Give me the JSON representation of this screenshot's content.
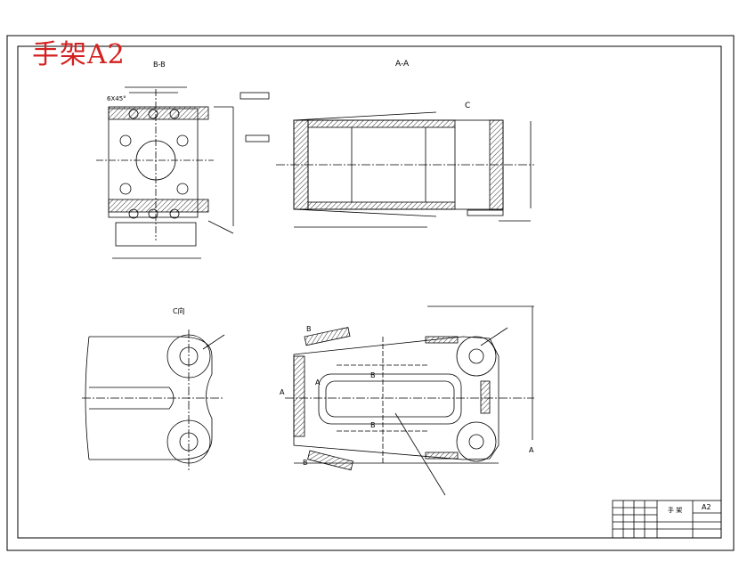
{
  "drawing": {
    "stamp_title": "手架A2",
    "sheet_size": "A2",
    "part_name": "手 架"
  },
  "views": {
    "view_bb": "B-B",
    "view_aa": "A-A",
    "view_c_top": "C",
    "view_c": "C向"
  },
  "section_markers": {
    "a": "A",
    "b": "B"
  },
  "annotations": {
    "chamfer": "6X45°"
  },
  "colors": {
    "line": "#000000",
    "hatch": "#555555",
    "stamp": "#d42020",
    "background": "#ffffff"
  }
}
